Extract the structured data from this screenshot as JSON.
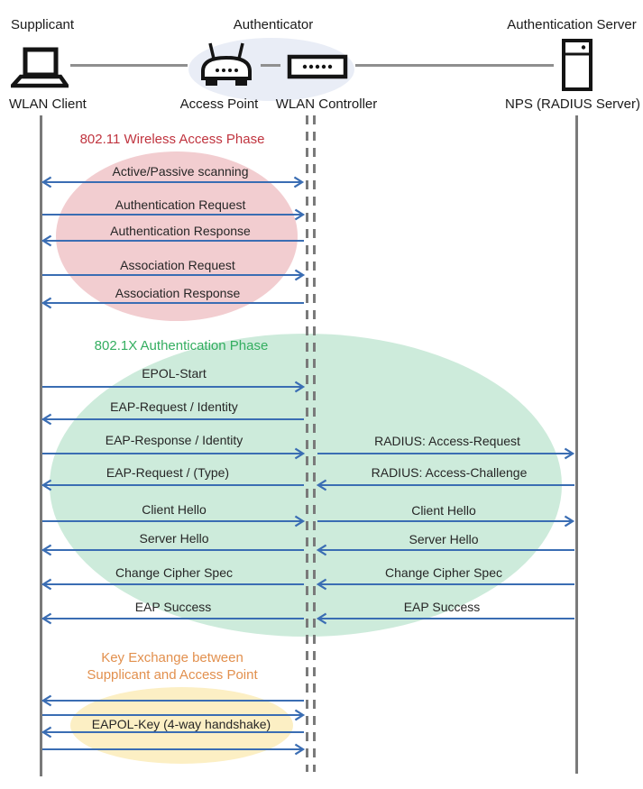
{
  "header": {
    "supplicant_role": "Supplicant",
    "authenticator_role": "Authenticator",
    "server_role": "Authentication Server",
    "client_label": "WLAN Client",
    "ap_label": "Access Point",
    "controller_label": "WLAN Controller",
    "server_label": "NPS (RADIUS Server)"
  },
  "phases": {
    "p1": {
      "title": "802.11 Wireless Access Phase",
      "title_color": "#C0343F",
      "ellipse_color": "#F2CDD0"
    },
    "p2": {
      "title": "802.1X Authentication Phase",
      "title_color": "#34AE60",
      "ellipse_color": "#CDEBDB"
    },
    "p3": {
      "title_line1": "Key Exchange between",
      "title_line2": "Supplicant and Access Point",
      "title_color": "#E2904E",
      "ellipse_color": "#FCEFC4"
    }
  },
  "messages": {
    "client_to_controller": [
      {
        "label": "Active/Passive scanning",
        "direction": "both"
      },
      {
        "label": "Authentication Request",
        "direction": "right"
      },
      {
        "label": "Authentication Response",
        "direction": "left"
      },
      {
        "label": "Association Request",
        "direction": "right"
      },
      {
        "label": "Association Response",
        "direction": "left"
      },
      {
        "label": "EPOL-Start",
        "direction": "right"
      },
      {
        "label": "EAP-Request / Identity",
        "direction": "left"
      },
      {
        "label": "EAP-Response / Identity",
        "direction": "right"
      },
      {
        "label": "EAP-Request / (Type)",
        "direction": "left"
      },
      {
        "label": "Client Hello",
        "direction": "right"
      },
      {
        "label": "Server Hello",
        "direction": "left"
      },
      {
        "label": "Change Cipher Spec",
        "direction": "left"
      },
      {
        "label": "EAP Success",
        "direction": "left"
      },
      {
        "label": "EAPOL-Key (4-way handshake)",
        "direction": "left"
      }
    ],
    "controller_to_server": [
      {
        "label": "RADIUS: Access-Request",
        "direction": "right"
      },
      {
        "label": "RADIUS: Access-Challenge",
        "direction": "left"
      },
      {
        "label": "Client Hello",
        "direction": "right"
      },
      {
        "label": "Server Hello",
        "direction": "left"
      },
      {
        "label": "Change Cipher Spec",
        "direction": "left"
      },
      {
        "label": "EAP Success",
        "direction": "left"
      }
    ]
  },
  "colors": {
    "arrow": "#3A6DB3",
    "lifeline": "#7A7A7A",
    "connector": "#8F8F8F",
    "text": "#262626",
    "authenticator_ellipse": "#E9EDF6"
  }
}
